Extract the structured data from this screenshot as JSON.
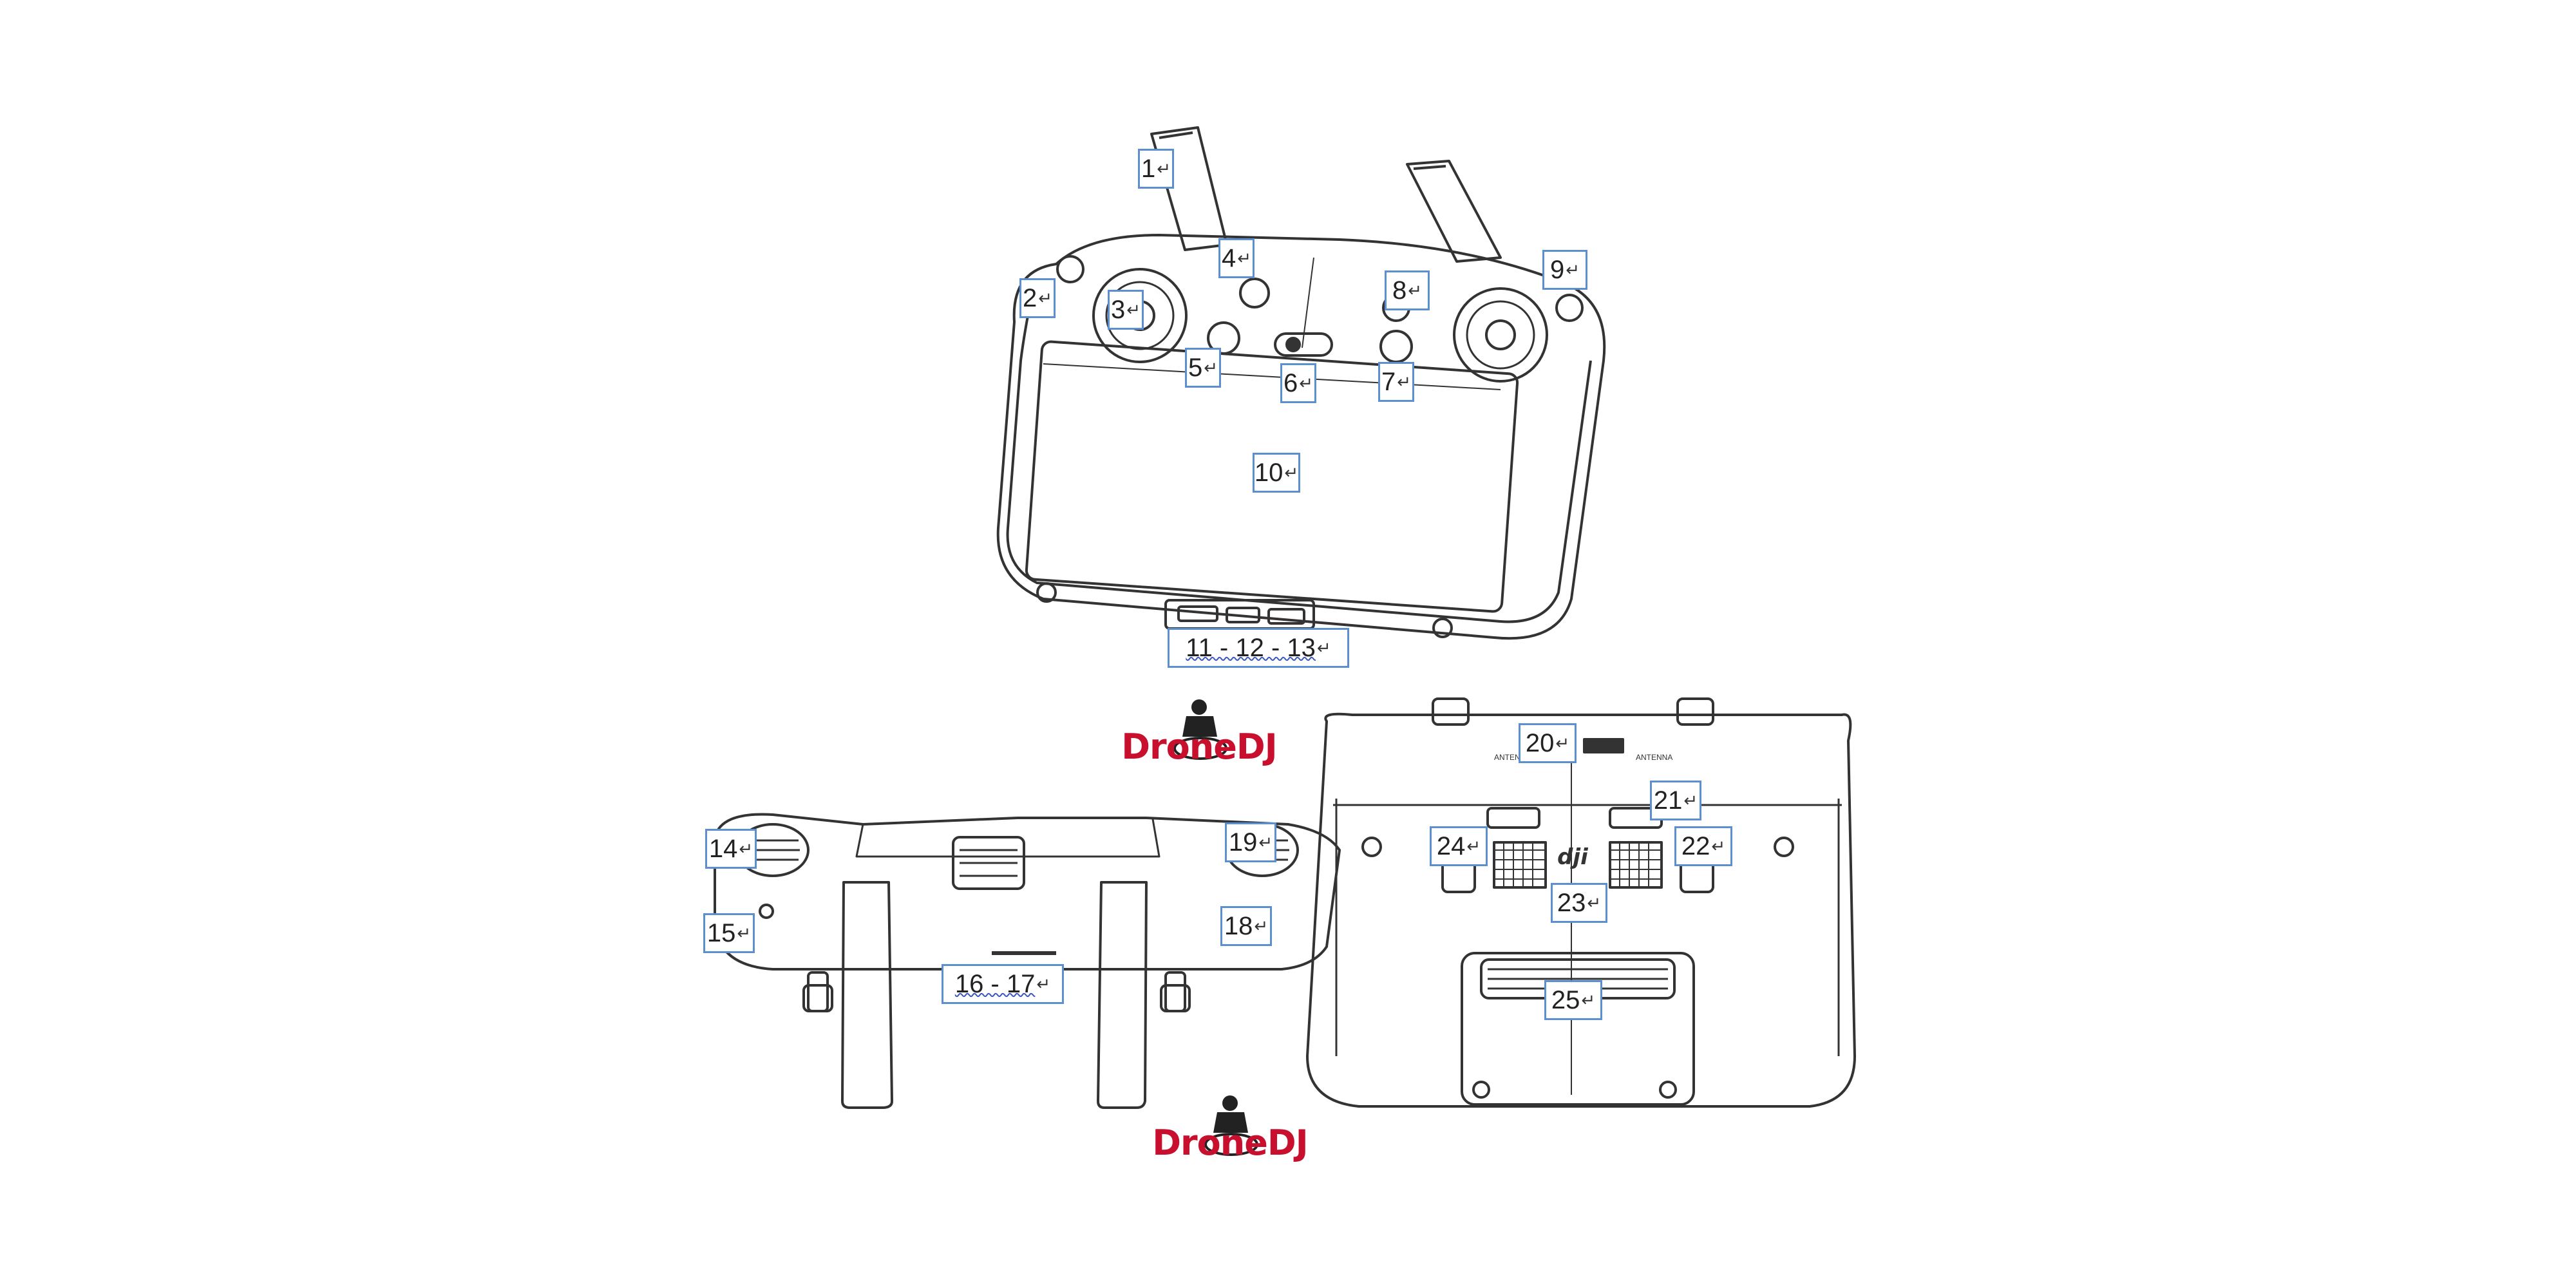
{
  "callouts": [
    {
      "label": "1",
      "ret": "↵"
    },
    {
      "label": "2",
      "ret": "↵"
    },
    {
      "label": "3",
      "ret": "↵"
    },
    {
      "label": "4",
      "ret": "↵"
    },
    {
      "label": "5",
      "ret": "↵"
    },
    {
      "label": "6",
      "ret": "↵"
    },
    {
      "label": "7",
      "ret": "↵"
    },
    {
      "label": "8",
      "ret": "↵"
    },
    {
      "label": "9",
      "ret": "↵"
    },
    {
      "label": "10",
      "ret": "↵"
    },
    {
      "label": "11 - 12 - 13",
      "ret": "↵"
    },
    {
      "label": "14",
      "ret": "↵"
    },
    {
      "label": "15",
      "ret": "↵"
    },
    {
      "label": "16 - 17",
      "ret": "↵"
    },
    {
      "label": "18",
      "ret": "↵"
    },
    {
      "label": "19",
      "ret": "↵"
    },
    {
      "label": "20",
      "ret": "↵"
    },
    {
      "label": "21",
      "ret": "↵"
    },
    {
      "label": "22",
      "ret": "↵"
    },
    {
      "label": "23",
      "ret": "↵"
    },
    {
      "label": "24",
      "ret": "↵"
    },
    {
      "label": "25",
      "ret": "↵"
    }
  ],
  "logos": [
    "DroneDJ",
    "DroneDJ"
  ],
  "device": {
    "brand_mark": "dji",
    "antenna_text": "ANTENNA"
  },
  "colors": {
    "callout_border": "#5b8fd0",
    "logo_red": "#c8102e",
    "line": "#333333"
  }
}
